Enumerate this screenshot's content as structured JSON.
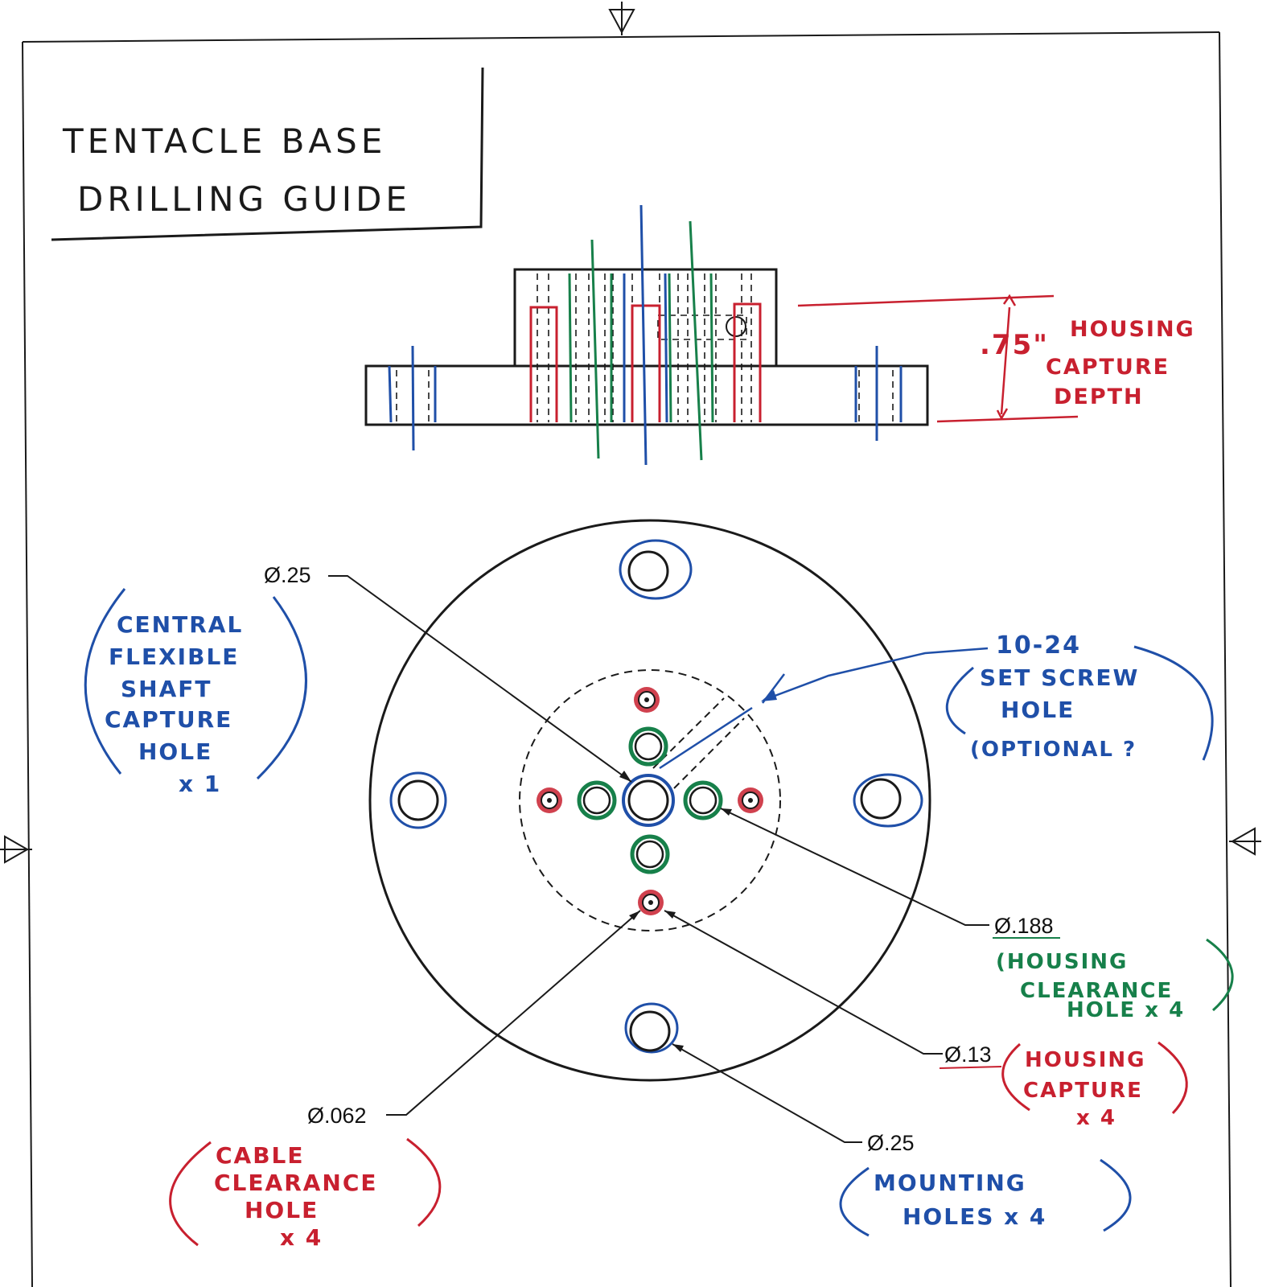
{
  "title": {
    "line1": "TENTACLE BASE",
    "line2": "DRILLING GUIDE"
  },
  "colors": {
    "ink": "#1a1a1a",
    "blue": "#1f4fa8",
    "green": "#17804a",
    "red": "#c8202f"
  },
  "side_view": {
    "depth_value": ".75\"",
    "depth_label": [
      "HOUSING",
      "CAPTURE",
      "DEPTH"
    ]
  },
  "dimensions": {
    "central_shaft": "Ø.25",
    "housing_clearance": "Ø.188",
    "housing_capture": "Ø.13",
    "cable_clearance": "Ø.062",
    "mounting": "Ø.25"
  },
  "notes": {
    "central_shaft": [
      "CENTRAL",
      "FLEXIBLE",
      "SHAFT",
      "CAPTURE",
      "HOLE",
      "x 1"
    ],
    "set_screw": [
      "10-24",
      "SET SCREW",
      "HOLE",
      "(OPTIONAL ?"
    ],
    "housing_clearance": [
      "(HOUSING",
      "CLEARANCE",
      "HOLE x 4"
    ],
    "housing_capture": [
      "HOUSING",
      "CAPTURE",
      "x 4"
    ],
    "cable_clearance": [
      "CABLE",
      "CLEARANCE",
      "HOLE",
      "x 4"
    ],
    "mounting": [
      "MOUNTING",
      "HOLES x 4"
    ]
  }
}
